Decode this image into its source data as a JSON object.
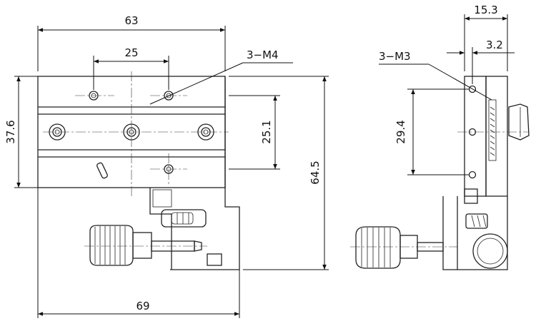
{
  "front_view": {
    "dims": {
      "width_top": "63",
      "hole_spacing": "25",
      "callout_m4": "3−M4",
      "height_left": "37.6",
      "inner_height": "25.1",
      "total_height": "64.5",
      "width_bottom": "69"
    }
  },
  "side_view": {
    "dims": {
      "width_top": "15.3",
      "offset": "3.2",
      "callout_m3": "3−M3",
      "hole_pitch": "29.4"
    }
  }
}
